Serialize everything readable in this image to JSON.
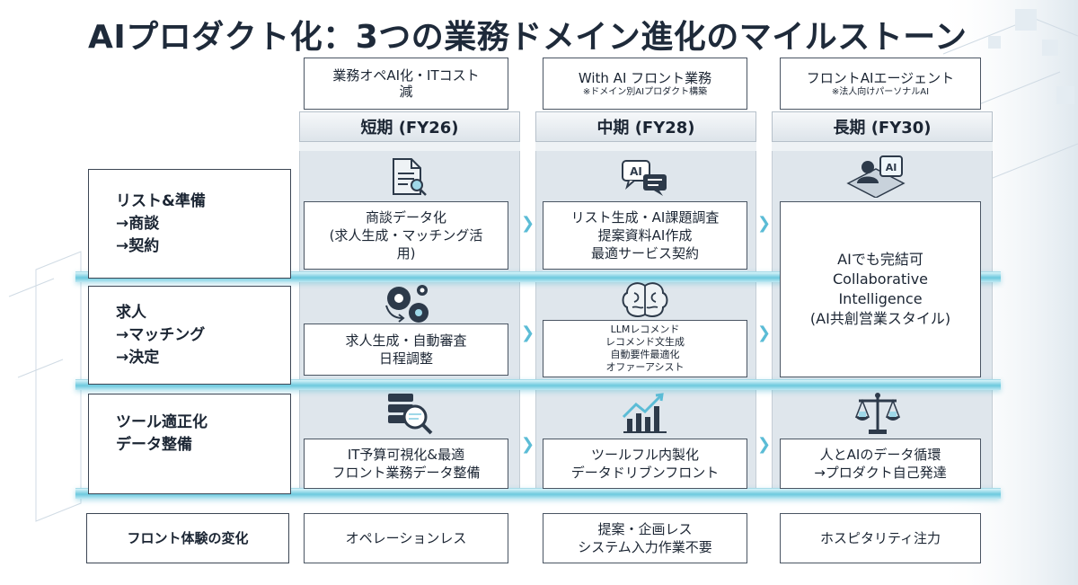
{
  "title": "AIプロダクト化：3つの業務ドメイン進化のマイルストーン",
  "phases": [
    {
      "theme": "業務オペAI化・ITコスト\n減",
      "theme_sub": "",
      "label": "短期 (FY26)"
    },
    {
      "theme": "With AI フロント業務",
      "theme_sub": "※ドメイン別AIプロダクト構築",
      "label": "中期 (FY28)"
    },
    {
      "theme": "フロントAIエージェント",
      "theme_sub": "※法人向けパーソナルAI",
      "label": "長期 (FY30)"
    }
  ],
  "rows": [
    {
      "label": "リスト&準備\n→商談\n→契約",
      "short": "商談データ化\n(求人生成・マッチング活\n用)",
      "mid": "リスト生成・AI課題調査\n提案資料AI作成\n最適サービス契約"
    },
    {
      "label": "求人\n→マッチング\n→決定",
      "short": "求人生成・自動審査\n日程調整",
      "mid": "LLMレコメンド\nレコメンド文生成\n自動要件最適化\nオファーアシスト"
    },
    {
      "label": "ツール適正化\nデータ整備",
      "short": "IT予算可視化&最適\nフロント業務データ整備",
      "mid": "ツールフル内製化\nデータドリブンフロント",
      "long": "人とAIのデータ循環\n→プロダクト自己発達"
    }
  ],
  "long_merged": "AIでも完結可\nCollaborative\nIntelligence\n(AI共創営業スタイル)",
  "bottom": {
    "label": "フロント体験の変化",
    "short": "オペレーションレス",
    "mid": "提案・企画レス\nシステム入力作業不要",
    "long": "ホスピタリティ注力"
  },
  "icons": {
    "short": [
      "document-search-icon",
      "gears-icon",
      "data-search-icon"
    ],
    "mid": [
      "ai-chat-icon",
      "brain-icon",
      "growth-chart-icon"
    ],
    "long": [
      "person-ai-icon",
      "scale-balance-icon"
    ]
  },
  "colors": {
    "accent": "#5bbcd6",
    "border": "#4a5563",
    "stage": "#dfe6ec"
  }
}
